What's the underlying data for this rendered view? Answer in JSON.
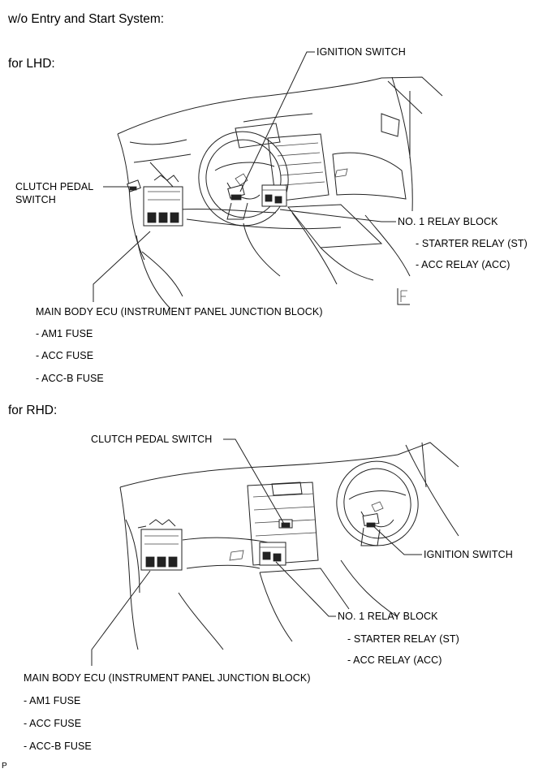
{
  "header": {
    "title": "w/o Entry and Start System:"
  },
  "lhd": {
    "heading": "for LHD:",
    "ignition_switch": "IGNITION SWITCH",
    "clutch_pedal_switch_line1": "CLUTCH PEDAL",
    "clutch_pedal_switch_line2": "SWITCH",
    "relay_block": "NO. 1 RELAY BLOCK",
    "starter_relay": "- STARTER RELAY (ST)",
    "acc_relay": "- ACC RELAY (ACC)",
    "main_body_ecu": "MAIN BODY ECU (INSTRUMENT PANEL JUNCTION BLOCK)",
    "fuses": [
      "- AM1 FUSE",
      "- ACC FUSE",
      "- ACC-B FUSE"
    ]
  },
  "rhd": {
    "heading": "for RHD:",
    "clutch_pedal_switch": "CLUTCH PEDAL SWITCH",
    "ignition_switch": "IGNITION SWITCH",
    "relay_block": "NO. 1 RELAY BLOCK",
    "starter_relay": "- STARTER RELAY (ST)",
    "acc_relay": "- ACC RELAY (ACC)",
    "main_body_ecu": "MAIN BODY ECU (INSTRUMENT PANEL JUNCTION BLOCK)",
    "fuses": [
      "- AM1 FUSE",
      "- ACC FUSE",
      "- ACC-B FUSE"
    ]
  },
  "footer": {
    "code": "P"
  }
}
